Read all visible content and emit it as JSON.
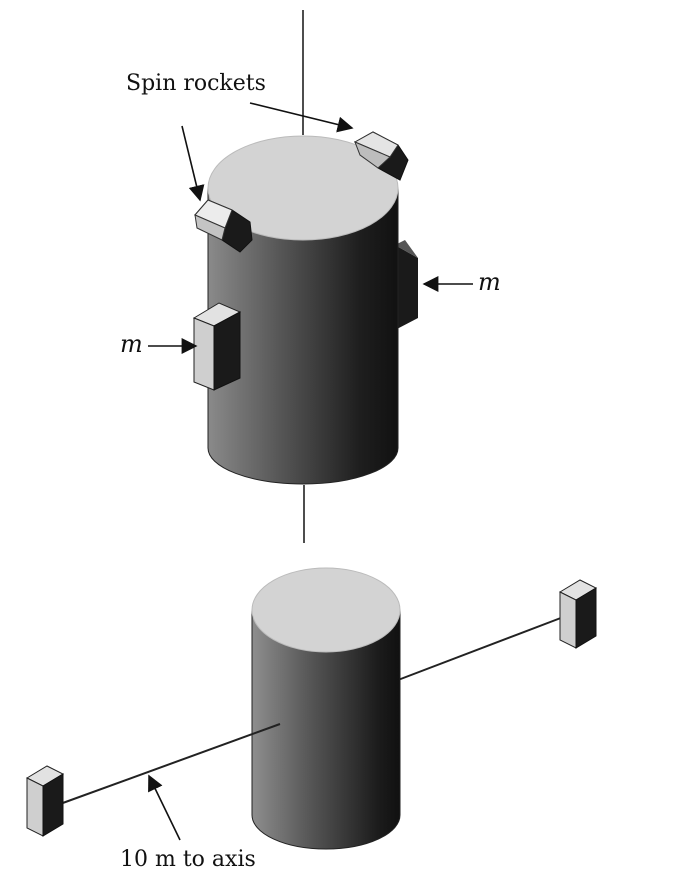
{
  "labels": {
    "spin_rockets": "Spin rockets",
    "mass_right": "m",
    "mass_left": "m",
    "distance": "10 m to axis"
  },
  "colors": {
    "cylinder_top": "#d3d3d3",
    "cylinder_body_light": "#9a9a9a",
    "cylinder_body_dark": "#141414",
    "stroke": "#222222",
    "block_light": "#cfcfcf",
    "block_dark": "#1a1a1a",
    "text": "#111111"
  }
}
